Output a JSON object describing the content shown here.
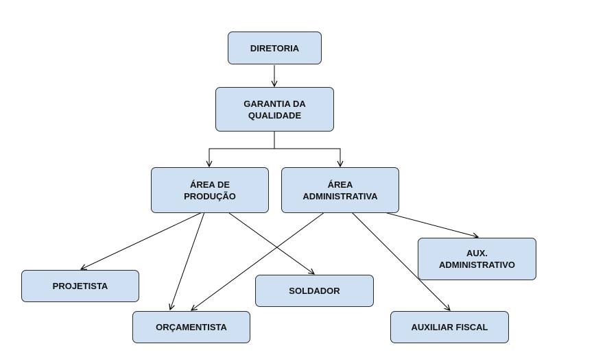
{
  "nodes": {
    "diretoria": "DIRETORIA",
    "garantia": "GARANTIA DA\nQUALIDADE",
    "producao": "ÁREA DE\nPRODUÇÃO",
    "administrativa": "ÁREA\nADMINISTRATIVA",
    "projetista": "PROJETISTA",
    "orcamentista": "ORÇAMENTISTA",
    "soldador": "SOLDADOR",
    "aux_adm": "AUX.\nADMINISTRATIVO",
    "aux_fiscal": "AUXILIAR FISCAL"
  },
  "edges": [
    {
      "from": "diretoria",
      "to": "garantia"
    },
    {
      "from": "garantia",
      "to": "producao"
    },
    {
      "from": "garantia",
      "to": "administrativa"
    },
    {
      "from": "producao",
      "to": "projetista"
    },
    {
      "from": "producao",
      "to": "orcamentista"
    },
    {
      "from": "producao",
      "to": "soldador"
    },
    {
      "from": "administrativa",
      "to": "orcamentista"
    },
    {
      "from": "administrativa",
      "to": "aux_fiscal"
    },
    {
      "from": "administrativa",
      "to": "aux_adm"
    }
  ],
  "colors": {
    "node_fill": "#cfe0f2",
    "node_border": "#2b2b2b",
    "edge": "#000000"
  }
}
